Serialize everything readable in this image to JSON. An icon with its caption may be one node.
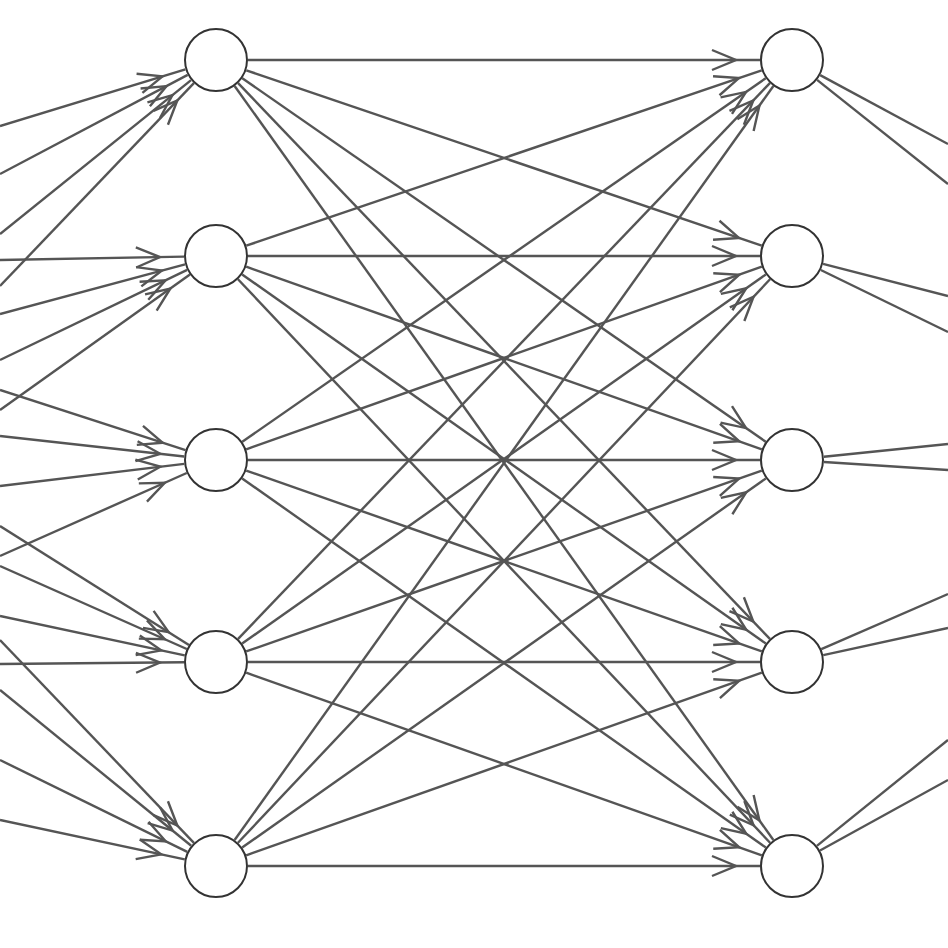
{
  "diagram": {
    "nodes": [
      {
        "text": [],
        "shape": "circle"
      },
      {
        "text": [],
        "shape": "circle"
      },
      {
        "text": [],
        "shape": "circle"
      },
      {
        "text": [],
        "shape": "circle"
      },
      {
        "text": [],
        "shape": "circle"
      },
      {
        "text": [],
        "shape": "circle"
      },
      {
        "text": [],
        "shape": "circle"
      },
      {
        "text": [],
        "shape": "circle"
      },
      {
        "text": [],
        "shape": "circle"
      },
      {
        "text": [],
        "shape": "circle"
      }
    ],
    "edges": [
      {
        "from": null,
        "to": 0,
        "arrow": "to"
      },
      {
        "from": null,
        "to": 0,
        "arrow": "to"
      },
      {
        "from": null,
        "to": 0,
        "arrow": "to"
      },
      {
        "from": null,
        "to": 0,
        "arrow": "to"
      },
      {
        "from": null,
        "to": 1,
        "arrow": "to"
      },
      {
        "from": null,
        "to": 1,
        "arrow": "to"
      },
      {
        "from": null,
        "to": 1,
        "arrow": "to"
      },
      {
        "from": null,
        "to": 1,
        "arrow": "to"
      },
      {
        "from": null,
        "to": 2,
        "arrow": "to"
      },
      {
        "from": null,
        "to": 2,
        "arrow": "to"
      },
      {
        "from": null,
        "to": 2,
        "arrow": "to"
      },
      {
        "from": null,
        "to": 2,
        "arrow": "to"
      },
      {
        "from": null,
        "to": 3,
        "arrow": "to"
      },
      {
        "from": null,
        "to": 3,
        "arrow": "to"
      },
      {
        "from": null,
        "to": 3,
        "arrow": "to"
      },
      {
        "from": null,
        "to": 3,
        "arrow": "to"
      },
      {
        "from": null,
        "to": 4,
        "arrow": "to"
      },
      {
        "from": null,
        "to": 4,
        "arrow": "to"
      },
      {
        "from": null,
        "to": 4,
        "arrow": "to"
      },
      {
        "from": null,
        "to": 4,
        "arrow": "to"
      },
      {
        "from": 0,
        "to": 5,
        "arrow": "to"
      },
      {
        "from": 0,
        "to": 6,
        "arrow": "to"
      },
      {
        "from": 0,
        "to": 7,
        "arrow": "to"
      },
      {
        "from": 0,
        "to": 8,
        "arrow": "to"
      },
      {
        "from": 0,
        "to": 9,
        "arrow": "to"
      },
      {
        "from": 1,
        "to": 5,
        "arrow": "to"
      },
      {
        "from": 1,
        "to": 6,
        "arrow": "to"
      },
      {
        "from": 1,
        "to": 7,
        "arrow": "to"
      },
      {
        "from": 1,
        "to": 8,
        "arrow": "to"
      },
      {
        "from": 1,
        "to": 9,
        "arrow": "to"
      },
      {
        "from": 2,
        "to": 5,
        "arrow": "to"
      },
      {
        "from": 2,
        "to": 6,
        "arrow": "to"
      },
      {
        "from": 2,
        "to": 7,
        "arrow": "to"
      },
      {
        "from": 2,
        "to": 8,
        "arrow": "to"
      },
      {
        "from": 2,
        "to": 9,
        "arrow": "to"
      },
      {
        "from": 3,
        "to": 5,
        "arrow": "to"
      },
      {
        "from": 3,
        "to": 6,
        "arrow": "to"
      },
      {
        "from": 3,
        "to": 7,
        "arrow": "to"
      },
      {
        "from": 3,
        "to": 8,
        "arrow": "to"
      },
      {
        "from": 3,
        "to": 9,
        "arrow": "to"
      },
      {
        "from": 4,
        "to": 5,
        "arrow": "to"
      },
      {
        "from": 4,
        "to": 6,
        "arrow": "to"
      },
      {
        "from": 4,
        "to": 7,
        "arrow": "to"
      },
      {
        "from": 4,
        "to": 8,
        "arrow": "to"
      },
      {
        "from": 4,
        "to": 9,
        "arrow": "to"
      },
      {
        "from": 5,
        "to": null,
        "arrow": "none"
      },
      {
        "from": 5,
        "to": null,
        "arrow": "none"
      },
      {
        "from": 6,
        "to": null,
        "arrow": "none"
      },
      {
        "from": 6,
        "to": null,
        "arrow": "none"
      },
      {
        "from": 7,
        "to": null,
        "arrow": "none"
      },
      {
        "from": 7,
        "to": null,
        "arrow": "none"
      },
      {
        "from": 8,
        "to": null,
        "arrow": "none"
      },
      {
        "from": 8,
        "to": null,
        "arrow": "none"
      },
      {
        "from": 9,
        "to": null,
        "arrow": "none"
      },
      {
        "from": 9,
        "to": null,
        "arrow": "none"
      }
    ]
  }
}
